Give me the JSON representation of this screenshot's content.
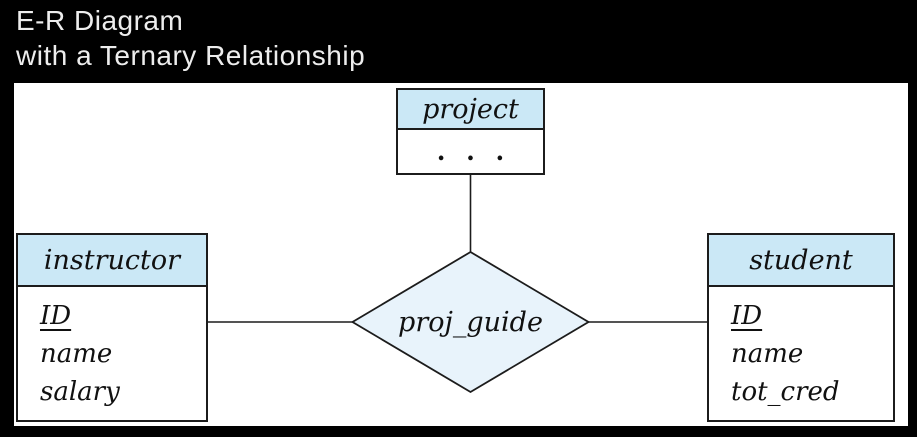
{
  "slide": {
    "title_line1": "E-R Diagram",
    "title_line2": "with a Ternary Relationship"
  },
  "diagram": {
    "entities": [
      {
        "name": "project",
        "attributes": [
          ". . ."
        ]
      },
      {
        "name": "instructor",
        "attributes": [
          "ID",
          "name",
          "salary"
        ],
        "primary_key": "ID"
      },
      {
        "name": "student",
        "attributes": [
          "ID",
          "name",
          "tot_cred"
        ],
        "primary_key": "ID"
      }
    ],
    "relationship": {
      "name": "proj_guide",
      "type": "ternary",
      "connects": [
        "project",
        "instructor",
        "student"
      ]
    },
    "colors": {
      "page_bg": "#000000",
      "title_text": "#ededed",
      "canvas_bg": "#ffffff",
      "entity_header_fill": "#cbe8f6",
      "relationship_fill": "#e8f3fb",
      "line_color": "#1c1c1c"
    }
  }
}
